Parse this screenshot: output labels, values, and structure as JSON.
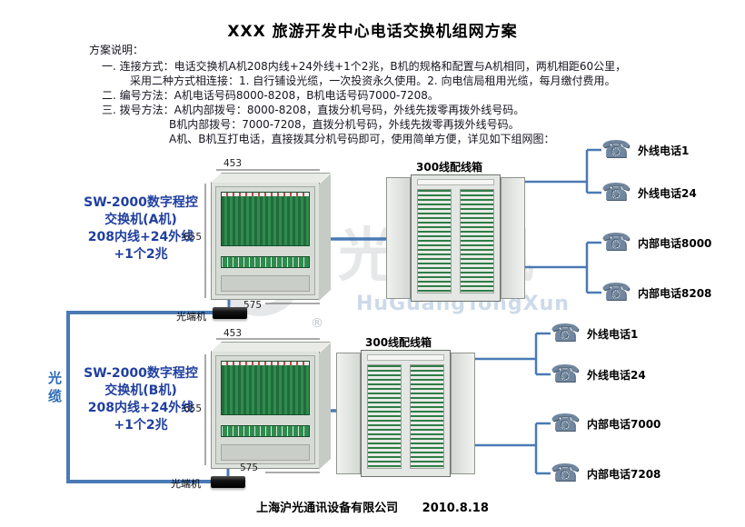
{
  "title": "XXX 旅游开发中心电话交换机组网方案",
  "notes": {
    "heading": "方案说明：",
    "lines": [
      "一. 连接方式：电话交换机A机208内线+24外线+1个2兆，B机的规格和配置与A机相同，两机相距60公里，",
      "采用二种方式相连接：1. 自行铺设光缆，一次投资永久使用。2. 向电信局租用光缆，每月缴付费用。",
      "二. 编号方法：A机电话号码8000-8208，B机电话号码7000-7208。",
      "三. 拨号方法：A机内部拨号：8000-8208，直拨分机号码，外线先拨零再拨外线号码。",
      "B机内部拨号：7000-7208，直拨分机号码，外线先拨零再拨外线号码。",
      "A机、B机互打电话，直接拨其分机号码即可，使用简单方便，详见如下组网图："
    ]
  },
  "exchange_a": {
    "line1": "SW-2000数字程控",
    "line2": "交换机(A机)",
    "line3": "208内线+24外线",
    "line4": "+1个2兆"
  },
  "exchange_b": {
    "line1": "SW-2000数字程控",
    "line2": "交换机(B机)",
    "line3": "208内线+24外线",
    "line4": "+1个2兆"
  },
  "dimensions": {
    "width": "453",
    "height": "655",
    "depth": "575"
  },
  "labels": {
    "optical_terminal": "光端机",
    "optical_cable": "光缆",
    "distribution_box": "300线配线箱"
  },
  "phones_a": [
    {
      "label": "外线电话1"
    },
    {
      "label": "外线电话24"
    },
    {
      "label": "内部电话8000"
    },
    {
      "label": "内部电话8208"
    }
  ],
  "phones_b": [
    {
      "label": "外线电话1"
    },
    {
      "label": "外线电话24"
    },
    {
      "label": "内部电话7000"
    },
    {
      "label": "内部电话7208"
    }
  ],
  "icons": {
    "phone": "☎"
  },
  "watermark": {
    "cn": "沪光通讯",
    "en": "HuGuangTongXun",
    "registered": "®"
  },
  "footer": {
    "company": "上海沪光通讯设备有限公司",
    "date": "2010.8.18"
  },
  "colors": {
    "connector_blue": "#4a7ab5",
    "exchange_label_blue": "#203fa0",
    "cabinet_green": "#2f8c4e"
  }
}
